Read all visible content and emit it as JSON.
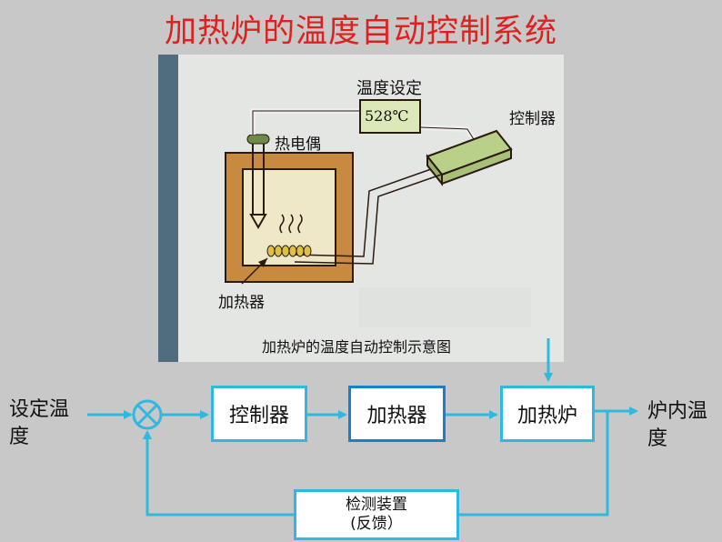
{
  "title": "加热炉的温度自动控制系统",
  "photo": {
    "setpoint_label": "温度设定",
    "setpoint_value": "528℃",
    "controller_label": "控制器",
    "thermocouple_label": "热电偶",
    "heater_label": "加热器",
    "caption": "加热炉的温度自动控制示意图"
  },
  "block_diagram": {
    "input_label": "设定温度",
    "controller": "控制器",
    "heater": "加热器",
    "furnace": "加热炉",
    "output_label": "炉内温度",
    "feedback": "检测装置",
    "feedback_sub": "(反馈）"
  },
  "colors": {
    "title": "#e0201f",
    "line": "#2fb8e0"
  }
}
